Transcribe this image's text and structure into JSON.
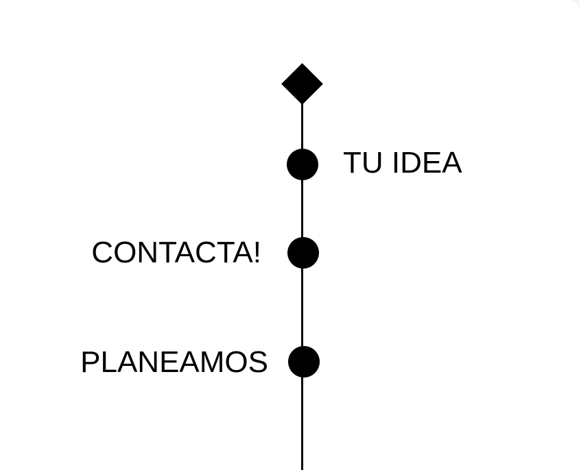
{
  "timeline": {
    "steps": [
      {
        "label": "TU IDEA",
        "side": "right"
      },
      {
        "label": "CONTACTA!",
        "side": "left"
      },
      {
        "label": "PLANEAMOS",
        "side": "left"
      }
    ]
  },
  "colors": {
    "line": "#000000",
    "background": "#ffffff"
  }
}
